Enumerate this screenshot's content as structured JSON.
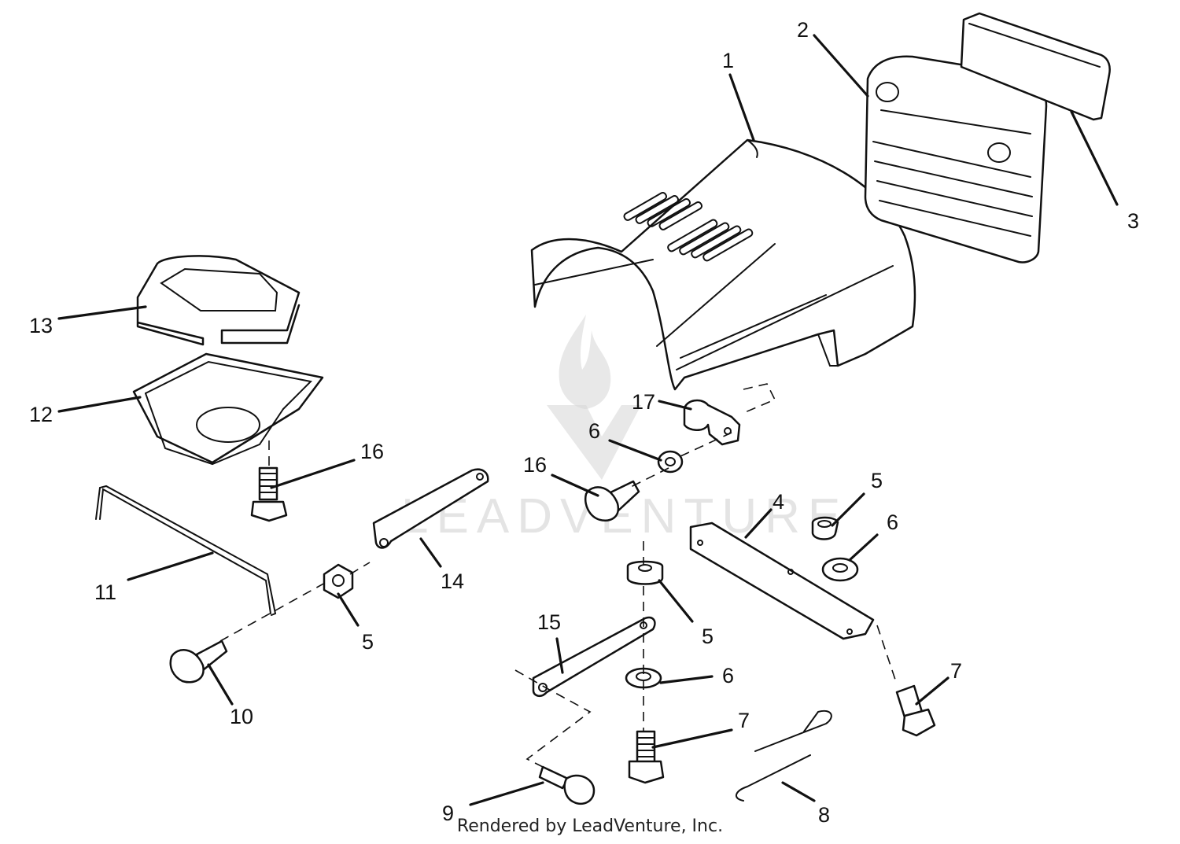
{
  "watermark": {
    "text": "LEADVENTURE"
  },
  "footer": {
    "credit": "Rendered by LeadVenture, Inc."
  },
  "callouts": {
    "c1": "1",
    "c2": "2",
    "c3": "3",
    "c4": "4",
    "c5a": "5",
    "c5b": "5",
    "c5c": "5",
    "c6a": "6",
    "c6b": "6",
    "c6c": "6",
    "c7a": "7",
    "c7b": "7",
    "c8": "8",
    "c9": "9",
    "c10": "10",
    "c11": "11",
    "c12": "12",
    "c13": "13",
    "c14": "14",
    "c15": "15",
    "c16a": "16",
    "c16b": "16",
    "c17": "17"
  }
}
